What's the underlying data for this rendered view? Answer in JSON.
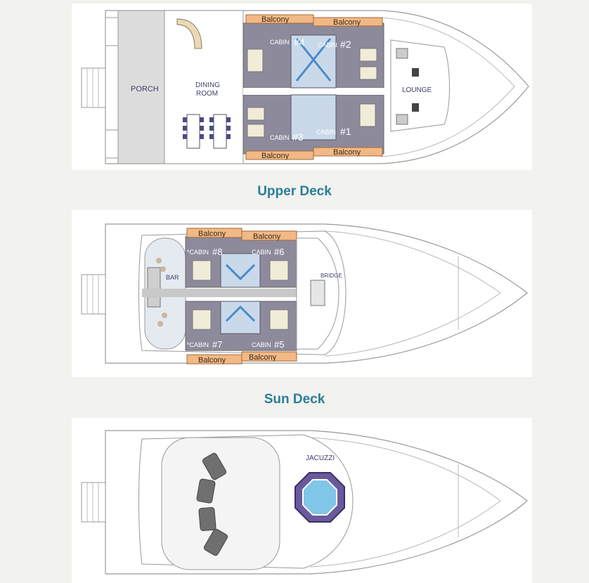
{
  "upper_deck": {
    "title": "Upper Deck",
    "areas": {
      "porch": "PORCH",
      "dining_line1": "DINING",
      "dining_line2": "ROOM",
      "lounge": "LOUNGE"
    },
    "cabins": [
      {
        "label": "CABIN",
        "number": "#4"
      },
      {
        "label": "CABIN",
        "number": "#2"
      },
      {
        "label": "CABIN",
        "number": "#3"
      },
      {
        "label": "CABIN",
        "number": "#1"
      }
    ],
    "balcony": "Balcony"
  },
  "sun_deck": {
    "title": "Sun Deck",
    "areas": {
      "bar": "BAR",
      "bridge": "BRIDGE"
    },
    "cabins": [
      {
        "label": "*CABIN",
        "number": "#8"
      },
      {
        "label": "CABIN",
        "number": "#6"
      },
      {
        "label": "*CABIN",
        "number": "#7"
      },
      {
        "label": "CABIN",
        "number": "#5"
      }
    ],
    "balcony": "Balcony"
  },
  "top_deck": {
    "areas": {
      "jacuzzi": "JACUZZI"
    }
  },
  "colors": {
    "page_bg": "#f2f2ee",
    "title": "#2a7e9b",
    "cabin_floor": "#8d8a9c",
    "balcony": "#f2b885",
    "label": "#3d3f6e",
    "jacuzzi_frame": "#6a5a9c",
    "water": "#7fc6e8"
  }
}
